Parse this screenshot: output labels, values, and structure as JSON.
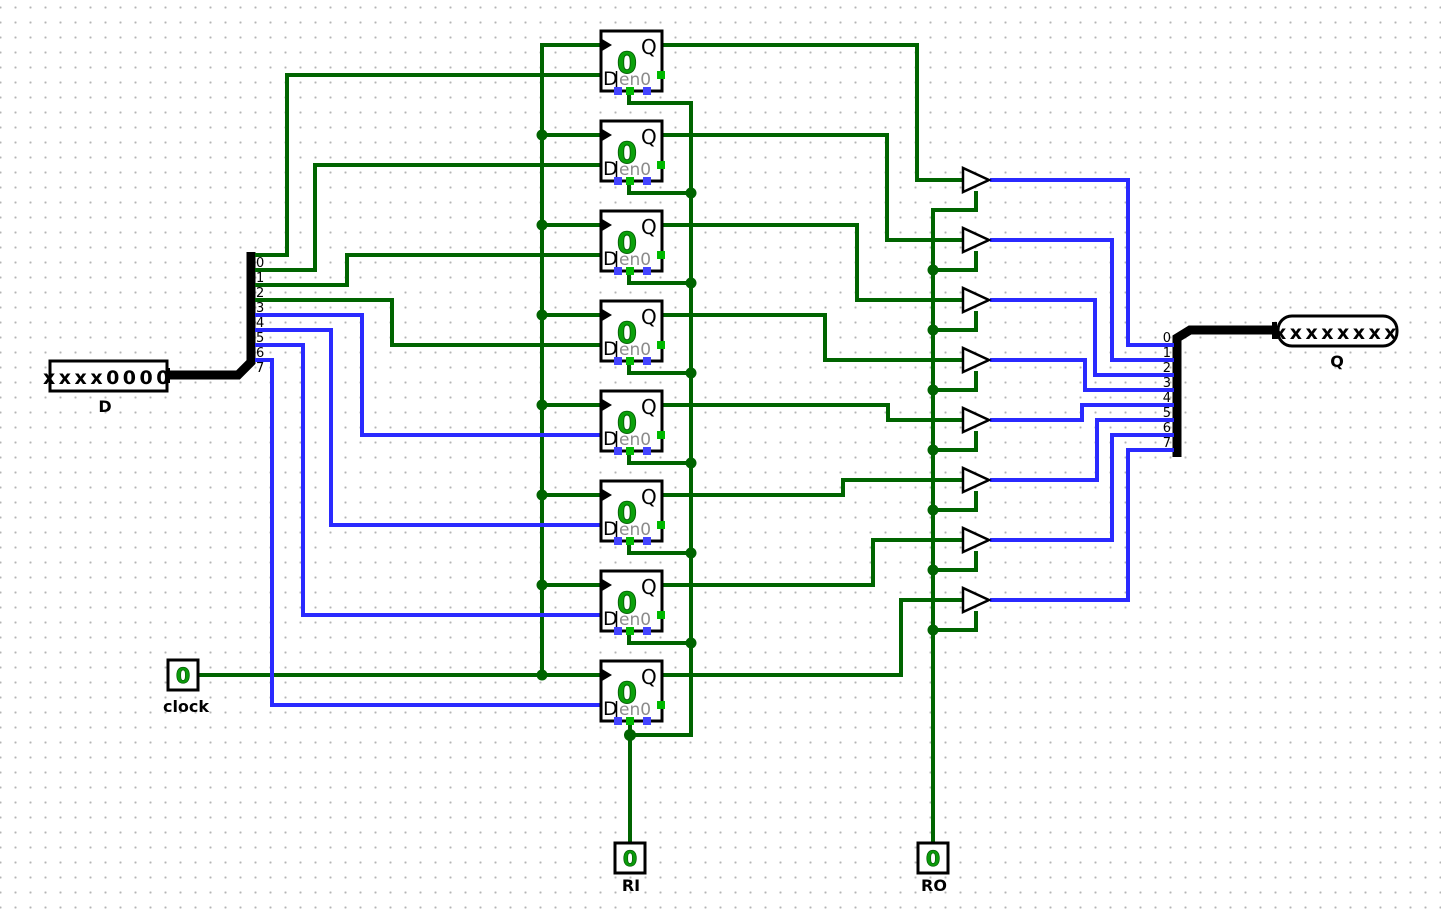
{
  "app": {
    "canvas_title": "logisim-register-circuit"
  },
  "colors": {
    "wire_low_green": "#006400",
    "wire_unknown_blue": "#2a2aff",
    "bus_black": "#000000",
    "value_green": "#0aa00a",
    "port_green": "#00b800",
    "port_blue": "#4343ff",
    "label_gray": "#8c8c8c",
    "grid_dot": "#b4b4b4"
  },
  "pins": {
    "d_input": {
      "value": "xxxx0000",
      "label": "D"
    },
    "q_output": {
      "value": "xxxxxxxx",
      "label": "Q"
    },
    "clock": {
      "value": "0",
      "label": "clock"
    },
    "ri": {
      "value": "0",
      "label": "RI"
    },
    "ro": {
      "value": "0",
      "label": "RO"
    }
  },
  "flipflop": {
    "q_label": "Q",
    "d_label": "D",
    "en_label": "en0",
    "state": "0"
  },
  "splitter_bits": [
    "0",
    "1",
    "2",
    "3",
    "4",
    "5",
    "6",
    "7"
  ]
}
